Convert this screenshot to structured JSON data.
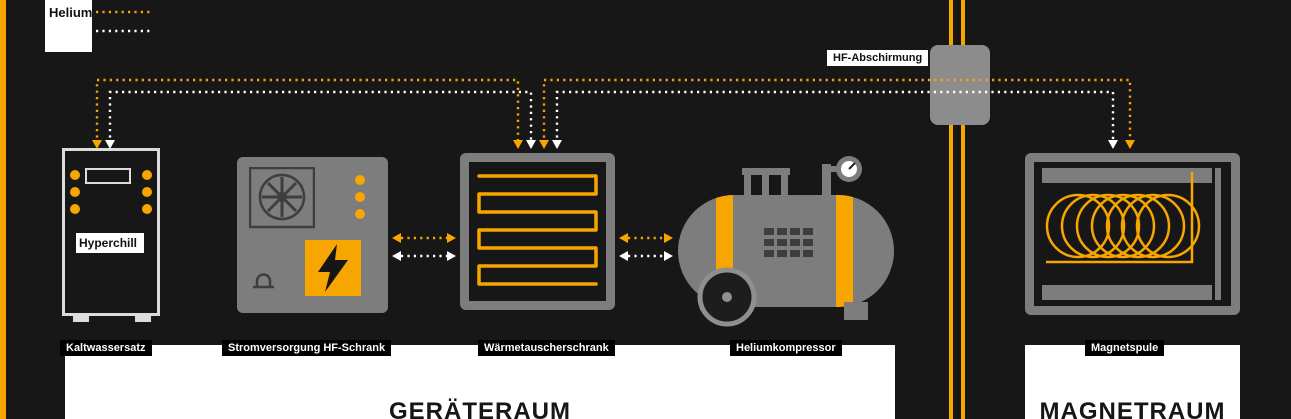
{
  "colors": {
    "accent": "#F7A600",
    "gray": "#7D7D7D",
    "dark": "#3E3E3E",
    "panel": "#8C8C8C",
    "outline": "#DCDCDC",
    "bg": "#171717"
  },
  "legend": {
    "items": [
      {
        "label": "Helium",
        "swatch": "orange-dotted",
        "color": "#F7A600"
      },
      {
        "label": "",
        "swatch": "white-dotted",
        "color": "#FFFFFF"
      }
    ]
  },
  "wall": {
    "label": "HF-Abschirmung"
  },
  "devices": {
    "kaltwassersatz": {
      "label": "Kaltwassersatz",
      "badge": "Hyperchill"
    },
    "stromversorgung": {
      "label": "Stromversorgung HF-Schrank"
    },
    "waermetauscher": {
      "label": "Wärmetauscherschrank"
    },
    "heliumkompressor": {
      "label": "Heliumkompressor"
    },
    "magnetspule": {
      "label": "Magnetspule"
    }
  },
  "rooms": {
    "geraeteraum": {
      "title": "GERÄTERAUM"
    },
    "magnetraum": {
      "title": "MAGNETRAUM"
    }
  },
  "connections": [
    {
      "from": "Kaltwassersatz",
      "to": "Wärmetauscherschrank",
      "style": "orange + white dotted lines, arrows down into both units"
    },
    {
      "from": "Wärmetauscherschrank",
      "to": "Magnetspule",
      "style": "orange + white dotted lines passing through HF-Abschirmung wall feedthrough"
    },
    {
      "from": "Stromversorgung HF-Schrank",
      "to": "Wärmetauscherschrank",
      "style": "orange + white dotted double-headed arrows"
    },
    {
      "from": "Wärmetauscherschrank",
      "to": "Heliumkompressor",
      "style": "orange + white dotted double-headed arrows"
    }
  ]
}
